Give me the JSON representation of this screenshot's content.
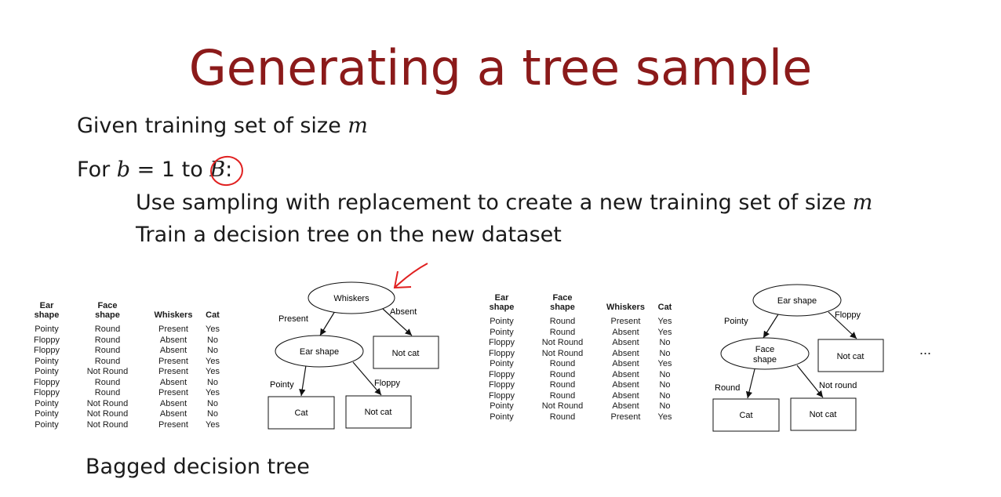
{
  "title": "Generating a tree sample",
  "algorithm": {
    "given_prefix": "Given training set of size ",
    "var_m": "m",
    "for_prefix": "For ",
    "var_b": "b",
    "eq_one_to": " = 1 to ",
    "var_B": "B",
    "colon": ":",
    "step1_prefix": "Use sampling with replacement to create a new training set of size ",
    "step2": "Train a decision tree on the new dataset"
  },
  "table1": {
    "headers": [
      "Ear\nshape",
      "Face\nshape",
      "Whiskers",
      "Cat"
    ],
    "rows": [
      [
        "Pointy",
        "Round",
        "Present",
        "Yes"
      ],
      [
        "Floppy",
        "Round",
        "Absent",
        "No"
      ],
      [
        "Floppy",
        "Round",
        "Absent",
        "No"
      ],
      [
        "Pointy",
        "Round",
        "Present",
        "Yes"
      ],
      [
        "Pointy",
        "Not Round",
        "Present",
        "Yes"
      ],
      [
        "Floppy",
        "Round",
        "Absent",
        "No"
      ],
      [
        "Floppy",
        "Round",
        "Present",
        "Yes"
      ],
      [
        "Pointy",
        "Not Round",
        "Absent",
        "No"
      ],
      [
        "Pointy",
        "Not Round",
        "Absent",
        "No"
      ],
      [
        "Pointy",
        "Not Round",
        "Present",
        "Yes"
      ]
    ]
  },
  "tree1": {
    "root": "Whiskers",
    "left_edge": "Present",
    "right_edge": "Absent",
    "mid_node": "Ear shape",
    "right_leaf": "Not cat",
    "mid_left_edge": "Pointy",
    "mid_right_edge": "Floppy",
    "leaf_left": "Cat",
    "leaf_right": "Not cat"
  },
  "table2": {
    "headers": [
      "Ear\nshape",
      "Face\nshape",
      "Whiskers",
      "Cat"
    ],
    "rows": [
      [
        "Pointy",
        "Round",
        "Present",
        "Yes"
      ],
      [
        "Pointy",
        "Round",
        "Absent",
        "Yes"
      ],
      [
        "Floppy",
        "Not Round",
        "Absent",
        "No"
      ],
      [
        "Floppy",
        "Not Round",
        "Absent",
        "No"
      ],
      [
        "Pointy",
        "Round",
        "Absent",
        "Yes"
      ],
      [
        "Floppy",
        "Round",
        "Absent",
        "No"
      ],
      [
        "Floppy",
        "Round",
        "Absent",
        "No"
      ],
      [
        "Floppy",
        "Round",
        "Absent",
        "No"
      ],
      [
        "Pointy",
        "Not Round",
        "Absent",
        "No"
      ],
      [
        "Pointy",
        "Round",
        "Present",
        "Yes"
      ]
    ]
  },
  "tree2": {
    "root": "Ear shape",
    "left_edge": "Pointy",
    "right_edge": "Floppy",
    "mid_node_line1": "Face",
    "mid_node_line2": "shape",
    "right_leaf": "Not cat",
    "mid_left_edge": "Round",
    "mid_right_edge": "Not round",
    "leaf_left": "Cat",
    "leaf_right": "Not cat"
  },
  "ellipsis": "...",
  "caption": "Bagged decision tree",
  "colors": {
    "title": "#8b1a1a",
    "annotation": "#e02020",
    "text": "#1a1a1a"
  }
}
